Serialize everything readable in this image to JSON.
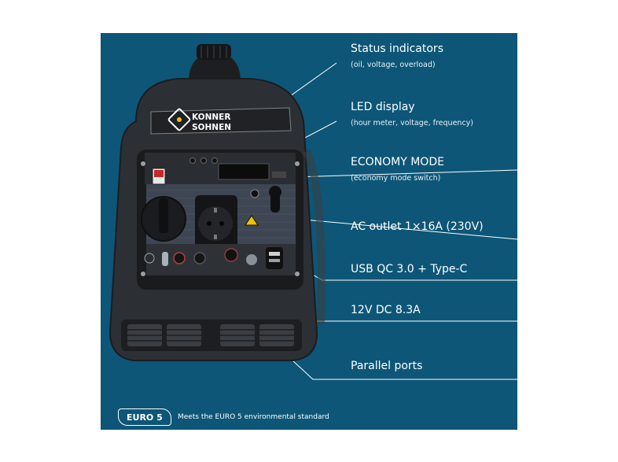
{
  "brand": {
    "line1": "KONNER",
    "line2": "SOHNEN"
  },
  "features": [
    {
      "title": "Status indicators",
      "subtitle": "(oil, voltage, overload)"
    },
    {
      "title": "LED display",
      "subtitle": "(hour meter, voltage, frequency)"
    },
    {
      "title": "ECONOMY MODE",
      "subtitle": "(economy mode switch)"
    },
    {
      "title": "AC outlet 1×16A (230V)",
      "subtitle": ""
    },
    {
      "title": "USB QC 3.0 + Type-C",
      "subtitle": ""
    },
    {
      "title": "12V DC 8.3A",
      "subtitle": ""
    },
    {
      "title": "Parallel ports",
      "subtitle": ""
    }
  ],
  "euro": {
    "badge": "EURO 5",
    "text": "Meets the EURO 5 environmental standard"
  },
  "colors": {
    "background": "#0d5677",
    "body": "#2c2f33",
    "panel": "#3d4652",
    "accent": "#f2c300"
  }
}
